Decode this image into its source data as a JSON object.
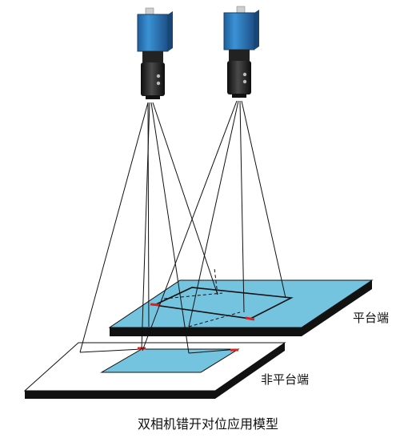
{
  "labels": {
    "platform_end": "平台端",
    "non_platform_end": "非平台端"
  },
  "caption": "双相机错开对位应用模型",
  "icons": {
    "left_camera": "industrial-camera-icon",
    "right_camera": "industrial-camera-icon"
  },
  "colors": {
    "camera_body": "#2f86c8",
    "camera_lens": "#1e1e1e",
    "platform_top": "#75c4df",
    "platform_edge": "#111111",
    "marker": "#e0201c",
    "non_platform_top": "#ffffff"
  }
}
